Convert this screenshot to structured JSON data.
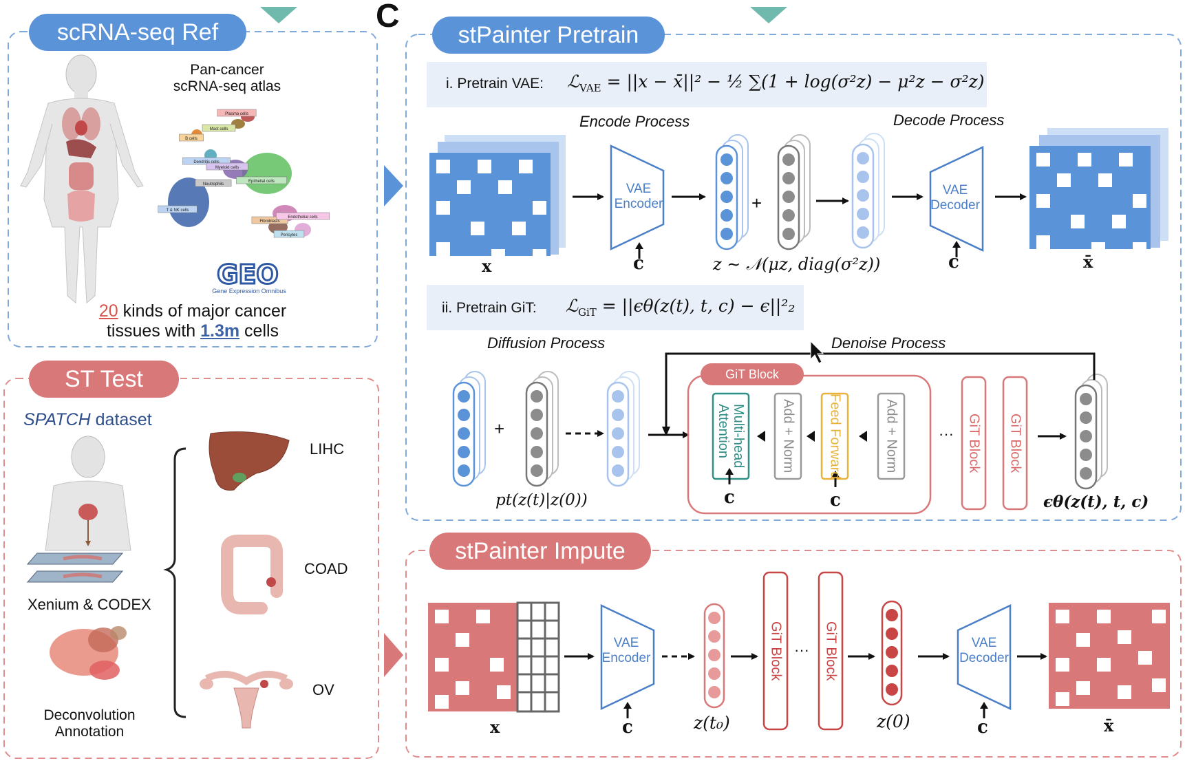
{
  "panel_letter": "C",
  "left_top": {
    "title": "scRNA-seq Ref",
    "atlas_label": "Pan-cancer\nscRNA-seq atlas",
    "cell_type_labels": [
      "Plasma cells",
      "Mast cells",
      "B cells",
      "Dendritic cells",
      "Myeloid cells",
      "Neutrophils",
      "Epithelial cells",
      "T & NK cells",
      "Fibroblasts",
      "Endothelial cells",
      "Pericytes"
    ],
    "geo_logo": "GEO",
    "geo_subtitle": "Gene Expression Omnibus",
    "stat_count": "20",
    "stat_line1_rest": " kinds of  major cancer",
    "stat_line2_pre": "tissues with ",
    "stat_cells": "1.3m",
    "stat_line2_post": " cells"
  },
  "left_bottom": {
    "title": "ST Test",
    "dataset_name": "SPATCH",
    "dataset_suffix": " dataset",
    "platform_label": "Xenium & CODEX",
    "annotation_label": "Deconvolution\nAnnotation",
    "tissues": [
      "LIHC",
      "COAD",
      "OV"
    ]
  },
  "pretrain": {
    "title": "stPainter Pretrain",
    "vae_label": "i. Pretrain VAE:",
    "vae_loss_lhs": "ℒ",
    "vae_loss_sub": "VAE",
    "vae_loss_rhs": " = ||x − x̄||² − ½ ∑(1 + log(σ²z) − μ²z − σ²z)",
    "encode_title": "Encode Process",
    "decode_title": "Decode Process",
    "encoder_label": "VAE\nEncoder",
    "decoder_label": "VAE\nDecoder",
    "plus": "+",
    "cond": "c",
    "x_label": "x",
    "xbar_label": "x̄",
    "z_dist_label": "z ∼ 𝒩(μz, diag(σ²z))",
    "git_label": "ii. Pretrain GiT:",
    "git_loss_lhs": "ℒ",
    "git_loss_sub": "GiT",
    "git_loss_rhs": " = ||ϵθ(z(t), t, c) − ϵ||²₂",
    "diffusion_title": "Diffusion Process",
    "denoise_title": "Denoise Process",
    "pt_label": "pt(z(t)|z(0))",
    "block_title": "GiT Block",
    "sub_mha": "Multi-head\nAttention",
    "sub_addnorm": "Add + Norm",
    "sub_ff": "Feed Forward",
    "ellipsis": "···",
    "git_block_vertical": "GiT Block",
    "eps_label": "ϵθ(z(t), t, c)"
  },
  "impute": {
    "title": "stPainter Impute",
    "encoder_label": "VAE\nEncoder",
    "decoder_label": "VAE\nDecoder",
    "git_block": "GiT Block",
    "ellipsis": "···",
    "z_t0_label": "z(t₀)",
    "z0_label": "z(0)",
    "x_label": "x",
    "xbar_label": "x̄",
    "cond": "c"
  },
  "colors": {
    "blue": "#5b93d9",
    "blue_light": "#a9c4ec",
    "red": "#d97878",
    "grey": "#8c8c8c",
    "teal": "#2e8f86",
    "orange": "#e9b23a",
    "dashed_blue": "#7fa8db",
    "dashed_red": "#df8c8c",
    "link_blue": "#3c63a8",
    "link_red": "#d9534f"
  }
}
